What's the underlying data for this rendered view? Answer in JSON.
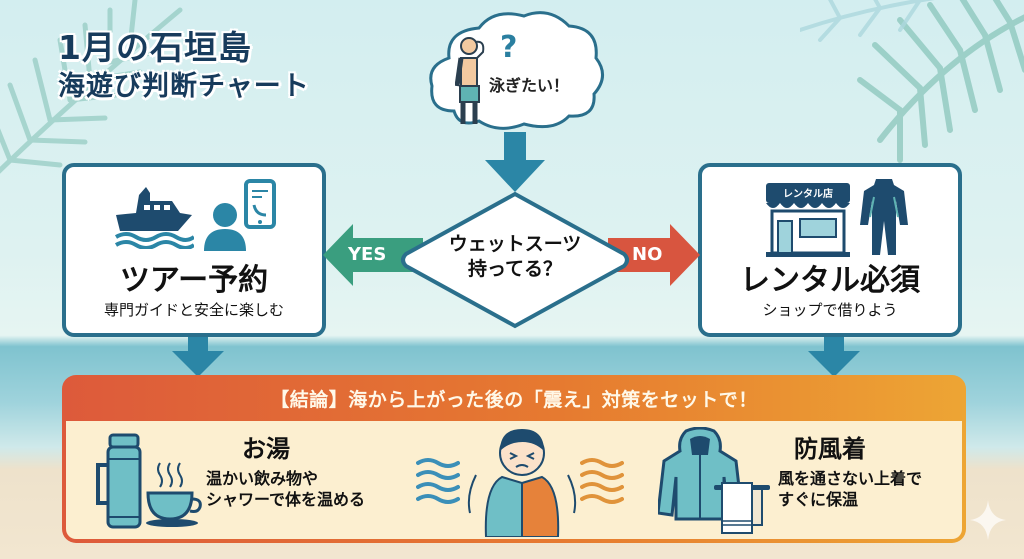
{
  "title": {
    "line1": "1月の石垣島",
    "line2": "海遊び判断チャート"
  },
  "start": {
    "thought": "泳ぎたい！",
    "question_mark": "?"
  },
  "decision": {
    "line1": "ウェットスーツ",
    "line2": "持ってる？",
    "yes_label": "YES",
    "no_label": "NO"
  },
  "yes_branch": {
    "title": "ツアー予約",
    "subtitle": "専門ガイドと安全に楽しむ",
    "icons": [
      "boat-icon",
      "person-icon",
      "smartphone-call-icon"
    ]
  },
  "no_branch": {
    "title": "レンタル必須",
    "subtitle": "ショップで借りよう",
    "shop_sign": "レンタル店",
    "icons": [
      "rental-shop-icon",
      "wetsuit-icon"
    ]
  },
  "conclusion": {
    "heading": "【結論】海から上がった後の「震え」対策をセットで！",
    "items": [
      {
        "title": "お湯",
        "desc_line1": "温かい飲み物や",
        "desc_line2": "シャワーで体を温める",
        "icons": [
          "thermos-icon",
          "hot-cup-icon"
        ]
      },
      {
        "title": "防風着",
        "desc_line1": "風を通さない上着で",
        "desc_line2": "すぐに保温",
        "icons": [
          "hoodie-icon",
          "towel-icon"
        ]
      }
    ],
    "center_icon": "shivering-person-icon"
  },
  "colors": {
    "navy": "#173b5c",
    "teal": "#2a6f8c",
    "arrow_teal": "#2b86a6",
    "yes_green": "#3a9e7f",
    "no_red": "#d8553f",
    "panel_orange": "#e67a30",
    "panel_cream": "#fcefd0"
  }
}
